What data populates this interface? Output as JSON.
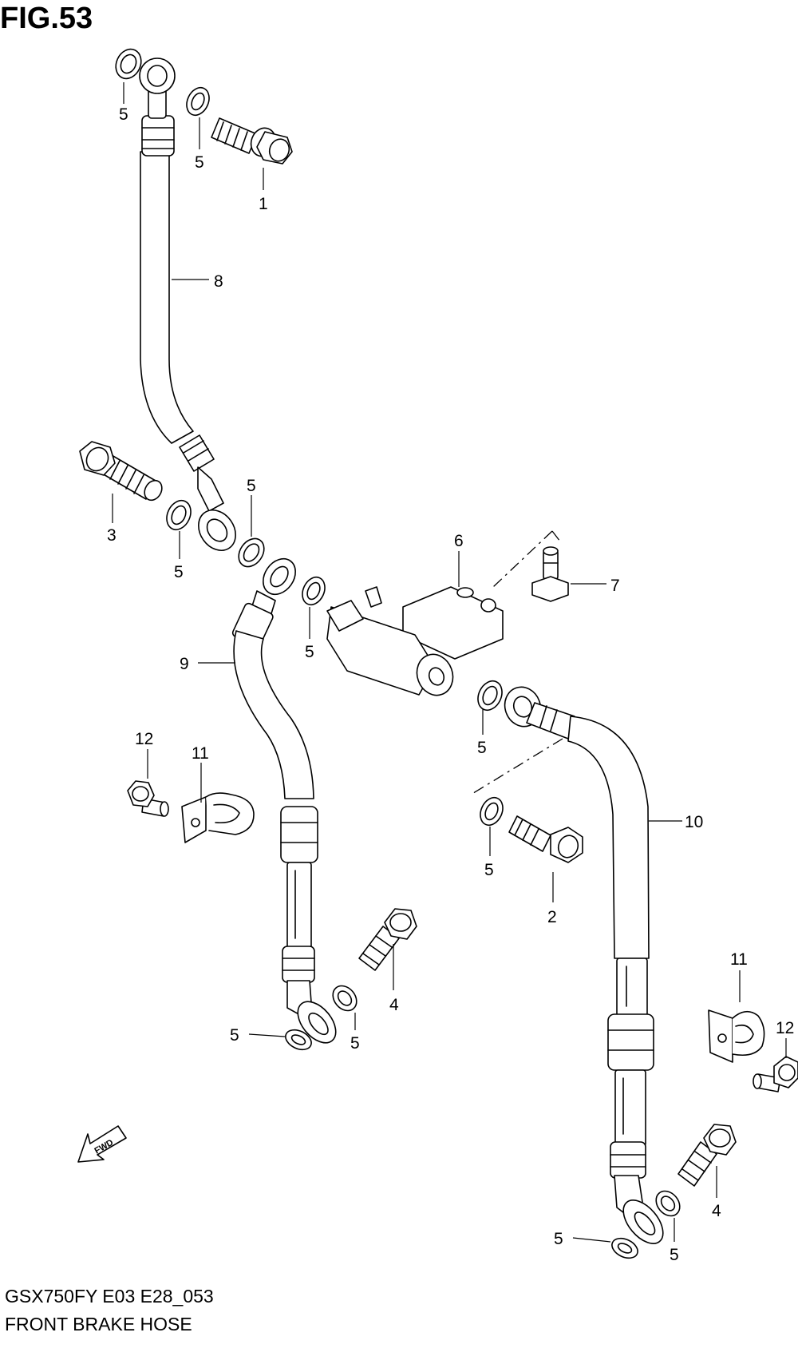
{
  "figure": {
    "title": "FIG.53",
    "model_code": "GSX750FY E03 E28_053",
    "name": "FRONT BRAKE  HOSE"
  },
  "callouts": {
    "c1": "1",
    "c2": "2",
    "c3": "3",
    "c4a": "4",
    "c4b": "4",
    "c5a": "5",
    "c5b": "5",
    "c5c": "5",
    "c5d": "5",
    "c5e": "5",
    "c5f": "5",
    "c5g": "5",
    "c5h": "5",
    "c5i": "5",
    "c5j": "5",
    "c5k": "5",
    "c6": "6",
    "c7": "7",
    "c8": "8",
    "c9": "9",
    "c10": "10",
    "c11a": "11",
    "c11b": "11",
    "c12a": "12",
    "c12b": "12"
  },
  "fwd_label": "FWD"
}
